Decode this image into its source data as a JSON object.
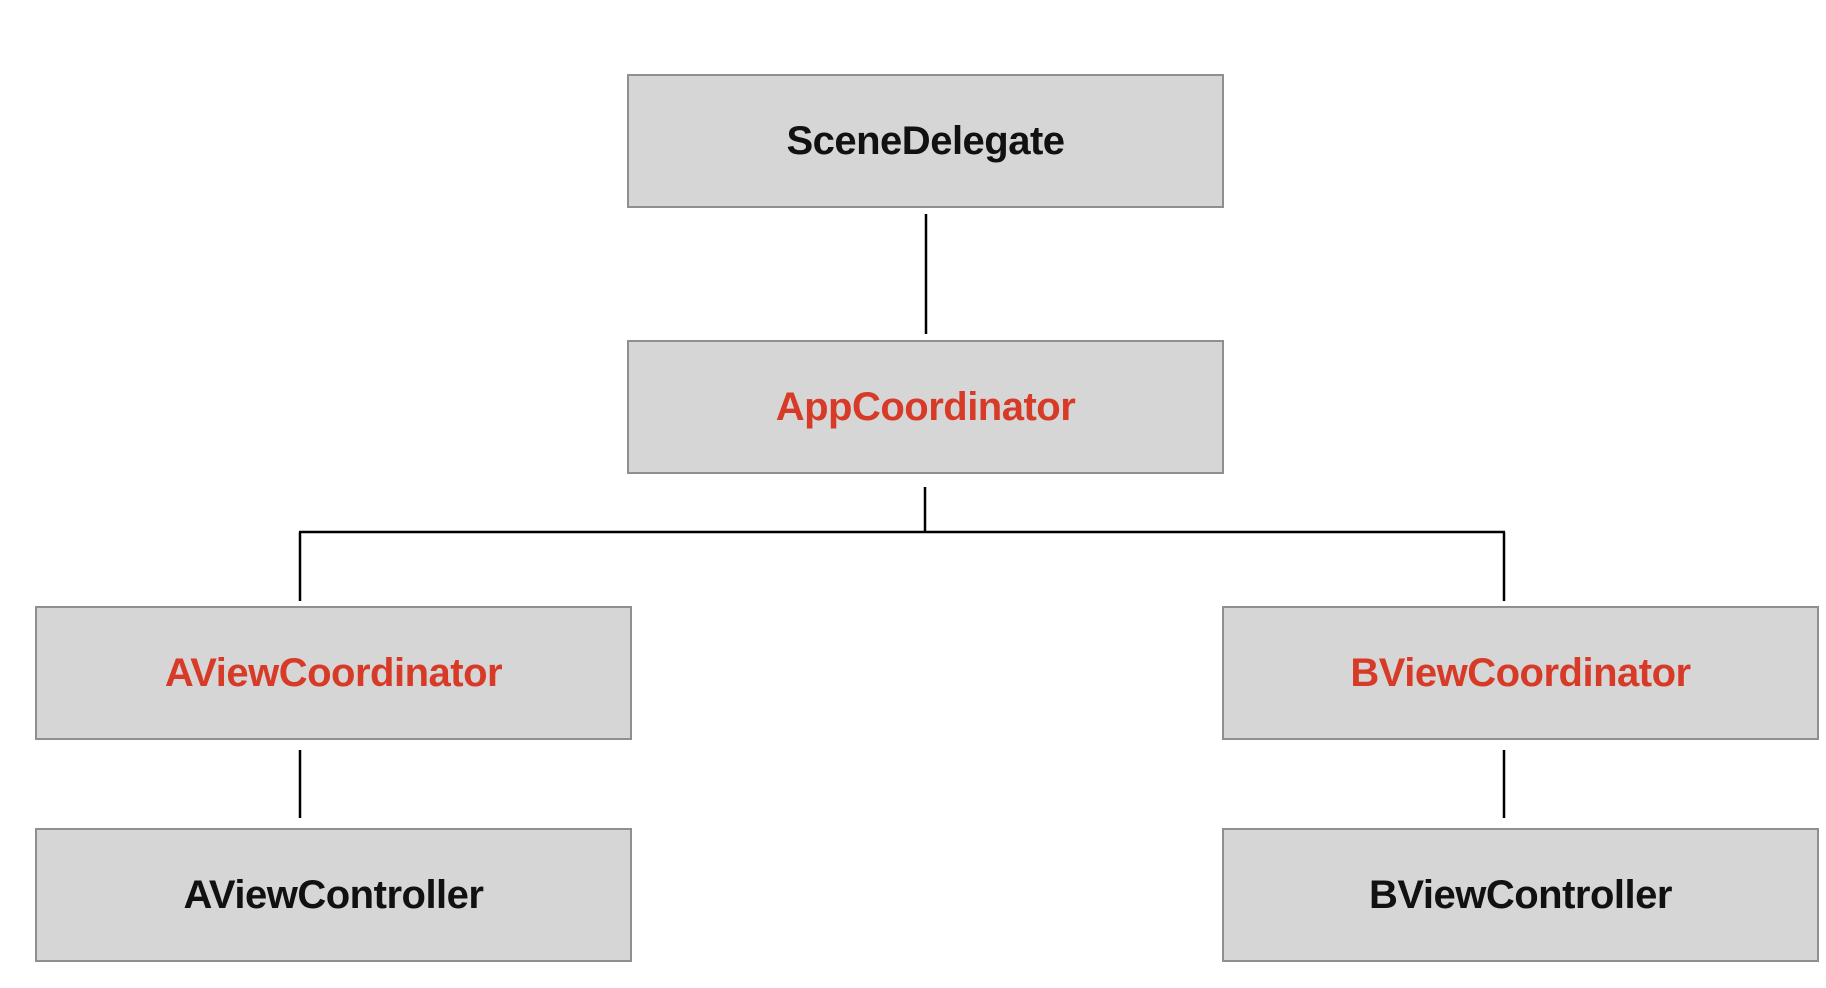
{
  "colors": {
    "node_fill": "#d6d6d6",
    "node_border": "#8f8f8f",
    "connector": "#000000",
    "label_default": "#111111",
    "label_accent": "#d73a27"
  },
  "nodes": {
    "scene_delegate": {
      "label": "SceneDelegate"
    },
    "app_coordinator": {
      "label": "AppCoordinator"
    },
    "a_view_coordinator": {
      "label": "AViewCoordinator"
    },
    "b_view_coordinator": {
      "label": "BViewCoordinator"
    },
    "a_view_controller": {
      "label": "AViewController"
    },
    "b_view_controller": {
      "label": "BViewController"
    }
  },
  "edges": [
    {
      "from": "SceneDelegate",
      "to": "AppCoordinator"
    },
    {
      "from": "AppCoordinator",
      "to": "AViewCoordinator"
    },
    {
      "from": "AppCoordinator",
      "to": "BViewCoordinator"
    },
    {
      "from": "AViewCoordinator",
      "to": "AViewController"
    },
    {
      "from": "BViewCoordinator",
      "to": "BViewController"
    }
  ]
}
